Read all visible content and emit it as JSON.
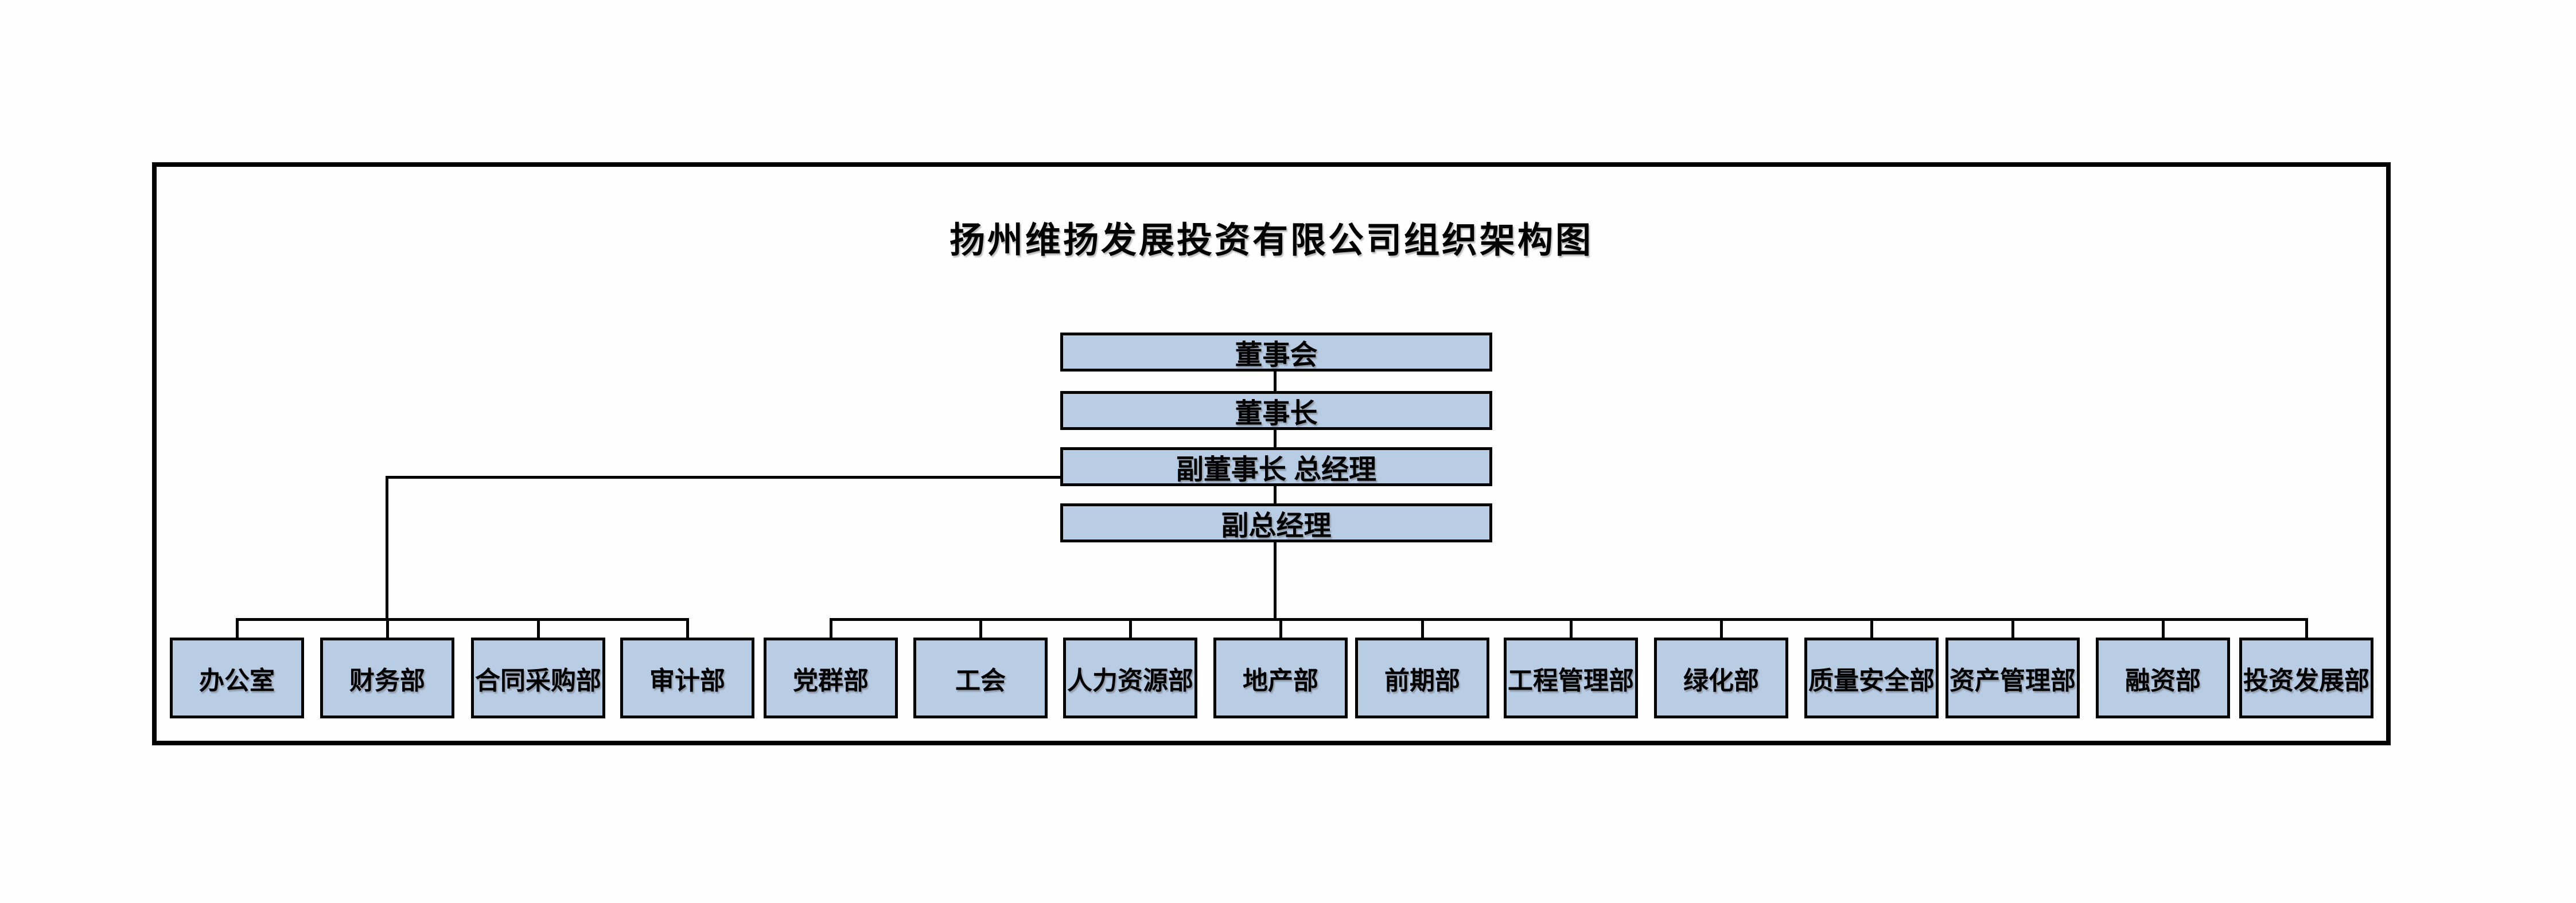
{
  "title": "扬州维扬发展投资有限公司组织架构图",
  "chain": [
    "董事会",
    "董事长",
    "副董事长 总经理",
    "副总经理"
  ],
  "departments": {
    "admin": [
      "办公室",
      "财务部",
      "合同采购部",
      "审计部"
    ],
    "operations": [
      "党群部",
      "工会",
      "人力资源部",
      "地产部",
      "前期部",
      "工程管理部",
      "绿化部",
      "质量安全部",
      "资产管理部",
      "融资部",
      "投资发展部"
    ]
  },
  "colors": {
    "box_fill": "#B8CCE4",
    "box_border": "#000000",
    "connector": "#000000",
    "frame_border": "#000000",
    "background": "#FFFFFF",
    "text": "#000000"
  }
}
